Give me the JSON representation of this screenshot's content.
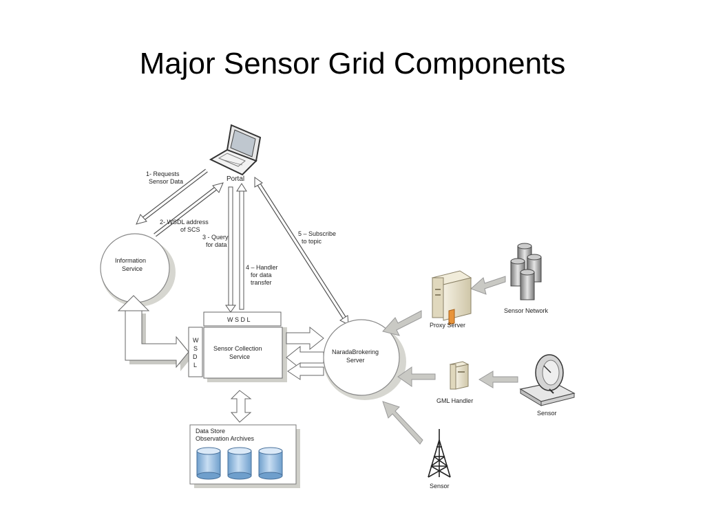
{
  "title": "Major Sensor Grid Components",
  "nodes": {
    "portal": "Portal",
    "information_service": [
      "Information",
      "Service"
    ],
    "wsdl_top": "W S D L",
    "wsdl_side": [
      "W",
      "S",
      "D",
      "L"
    ],
    "sensor_collection_service": [
      "Sensor Collection",
      "Service"
    ],
    "narada_server": [
      "NaradaBrokering",
      "Server"
    ],
    "data_store": [
      "Data Store",
      "Observation Archives"
    ],
    "proxy_server": "Proxy Server",
    "sensor_network": "Sensor Network",
    "gml_handler": "GML Handler",
    "sensor_dish": "Sensor",
    "sensor_tower": "Sensor"
  },
  "steps": {
    "step1": [
      "1- Requests",
      "Sensor Data"
    ],
    "step2": [
      "2- WSDL address",
      "of SCS"
    ],
    "step3": [
      "3 - Query",
      "for data"
    ],
    "step4": [
      "4 – Handler",
      "for data",
      "transfer"
    ],
    "step5": [
      "5 – Subscribe",
      "to topic"
    ]
  },
  "colors": {
    "arrow_fill": "#ffffff",
    "arrow_stroke": "#555555",
    "shadow": "#c9c9c4",
    "cylinder": "#9cc3e6",
    "server_beige": "#e8e2cc",
    "orange": "#e8943a"
  }
}
